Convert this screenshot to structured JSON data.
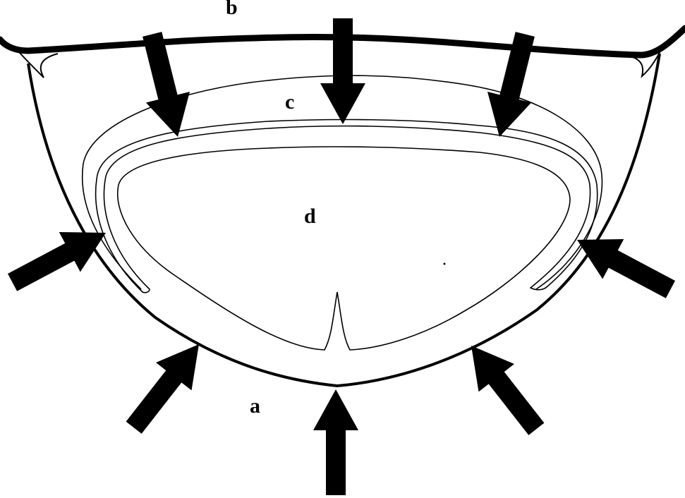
{
  "labels": {
    "a": "a",
    "b": "b",
    "c": "c",
    "d": "d"
  },
  "colors": {
    "ink": "#000000",
    "background": "#ffffff"
  },
  "arrow_directions": {
    "top_row": "pointing-down",
    "left_side": "pointing-up-right",
    "right_side": "pointing-up-left",
    "bottom": "pointing-up"
  }
}
